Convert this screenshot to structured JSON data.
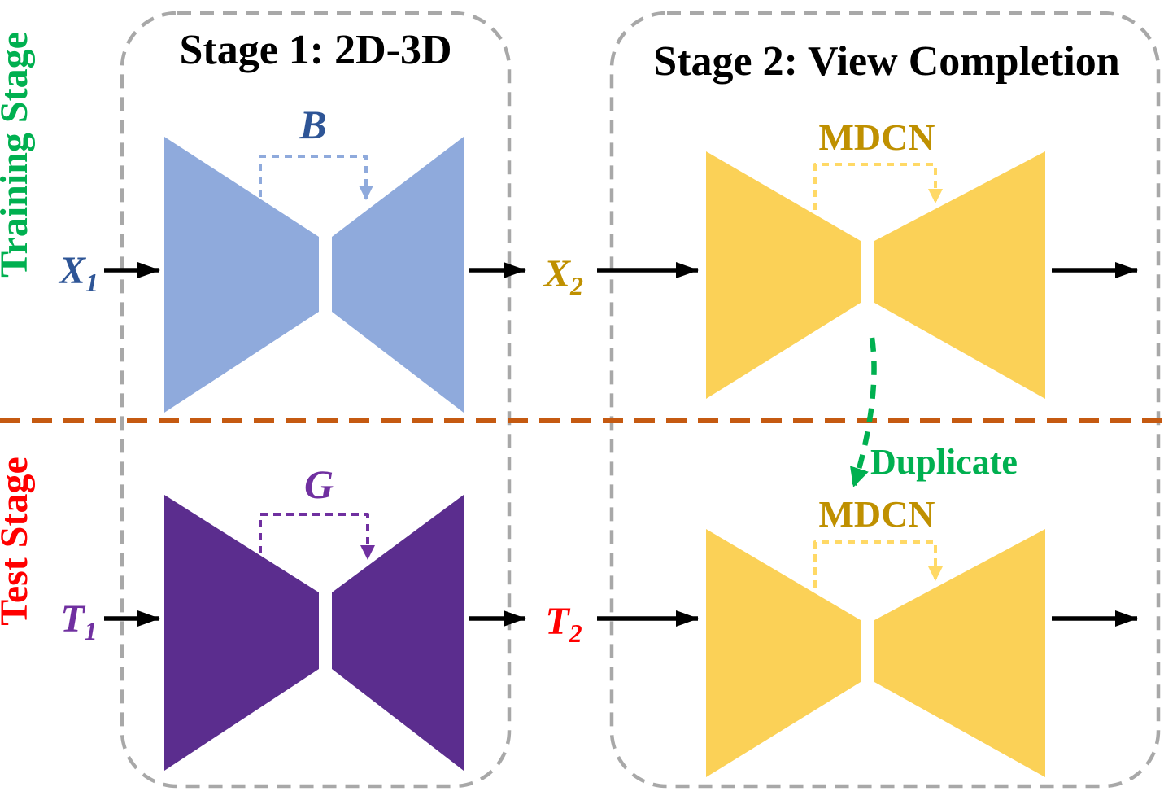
{
  "side_labels": {
    "training": "Training Stage",
    "test": "Test Stage"
  },
  "stage1": {
    "title": "Stage 1: 2D-3D",
    "train_net_label": "B",
    "test_net_label": "G"
  },
  "stage2": {
    "title": "Stage 2: View Completion",
    "train_net_label": "MDCN",
    "test_net_label": "MDCN",
    "duplicate_label": "Duplicate"
  },
  "io": {
    "x1_base": "X",
    "x1_sub": "1",
    "x2_base": "X",
    "x2_sub": "2",
    "t1_base": "T",
    "t1_sub": "1",
    "t2_base": "T",
    "t2_sub": "2"
  },
  "colors": {
    "training_label": "#00B050",
    "test_label": "#FF0000",
    "stage_box_border": "#A8A8A8",
    "divider": "#C55A11",
    "blue_network": "#8FAADC",
    "purple_network": "#5B2D8E",
    "yellow_network": "#FBD157",
    "b_label": "#2E5596",
    "g_label": "#7030A0",
    "mdcn_label": "#BF9000",
    "x1_label": "#2E5596",
    "x2_label": "#BF9000",
    "t1_label": "#7030A0",
    "t2_label": "#FF0000",
    "duplicate_label": "#00B050",
    "title": "#000000",
    "arrow": "#000000",
    "b_bracket": "#8FAADC",
    "g_bracket": "#7030A0",
    "mdcn_bracket": "#FFD966",
    "duplicate_arrow": "#00B050"
  }
}
